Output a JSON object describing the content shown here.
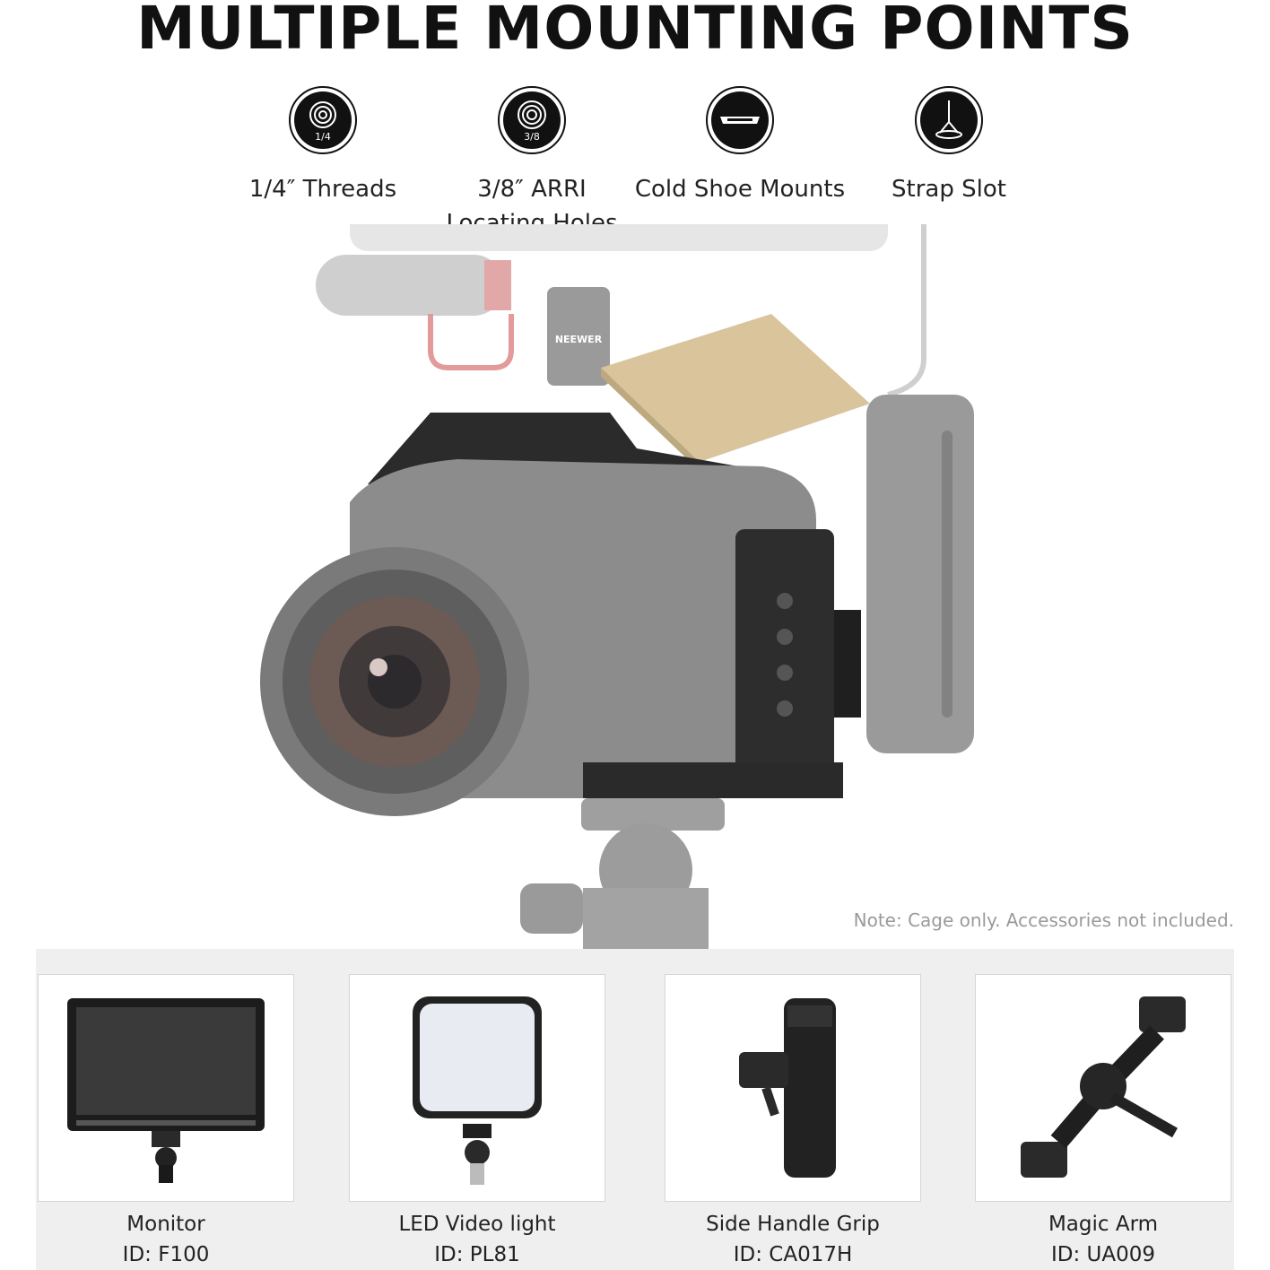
{
  "title": "MULTIPLE MOUNTING POINTS",
  "features": [
    {
      "icon": "thread-quarter-icon",
      "icon_text": "1/4",
      "label_lines": [
        "1/4″ Threads"
      ]
    },
    {
      "icon": "thread-three-eighths-icon",
      "icon_text": "3/8",
      "label_lines": [
        "3/8″ ARRI",
        "Locating Holes"
      ]
    },
    {
      "icon": "cold-shoe-icon",
      "label_lines": [
        "Cold Shoe Mounts"
      ]
    },
    {
      "icon": "strap-slot-icon",
      "label_lines": [
        "Strap Slot"
      ]
    }
  ],
  "hero": {
    "brand_text": "NEEWER"
  },
  "note": "Note: Cage only. Accessories not included.",
  "accessories": [
    {
      "name": "Monitor",
      "id": "ID: F100",
      "icon": "monitor-icon"
    },
    {
      "name": "LED Video light",
      "id": "ID: PL81",
      "icon": "led-light-icon"
    },
    {
      "name": "Side Handle Grip",
      "id": "ID: CA017H",
      "icon": "handle-grip-icon"
    },
    {
      "name": "Magic Arm",
      "id": "ID: UA009",
      "icon": "magic-arm-icon"
    }
  ]
}
